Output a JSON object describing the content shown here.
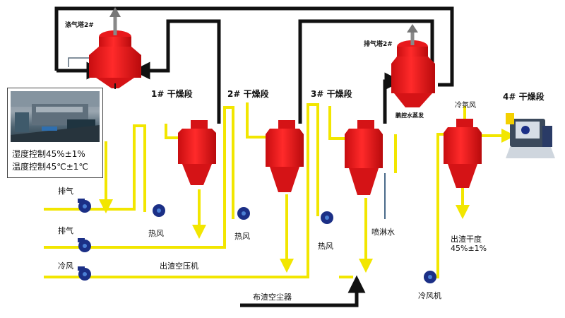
{
  "towers": {
    "exhaust_tower_left": "涤气塔2#",
    "exhaust_tower_right": "排气塔2#",
    "right_tower_sub": "鹏控水蒸发"
  },
  "stages": {
    "stage1": "1# 干燥段",
    "stage2": "2# 干燥段",
    "stage3": "3# 干燥段",
    "stage4": "4# 干燥段",
    "cold_wind_top": "冷氛风"
  },
  "inlets": {
    "exhaust1": "排气",
    "exhaust2": "排气",
    "cold_air": "冷风"
  },
  "labels": {
    "hot_air_1": "热风",
    "hot_air_2": "热风",
    "hot_air_3": "热风",
    "outlet_compressor": "出渣空压机",
    "dust_collector": "布渣空尘器",
    "water_spray": "喷淋水",
    "cold_fan": "冷风机",
    "residue_dryness_title": "出渣干度",
    "residue_dryness_value": "45%±1%"
  },
  "control_box": {
    "line1": "湿度控制45%±1%",
    "line2": "温度控制45℃±1℃"
  },
  "colors": {
    "tower_red": "#e8191c",
    "pipe_black": "#111111",
    "flow_yellow": "#f2e600",
    "fan_blue": "#1b2f86"
  }
}
